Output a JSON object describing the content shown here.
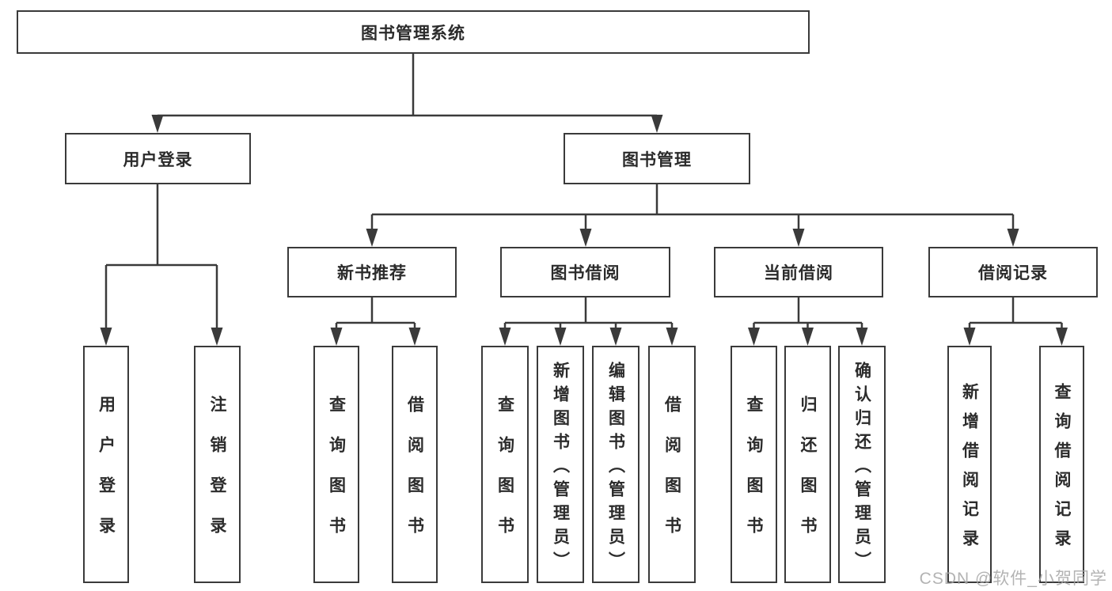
{
  "nodes": {
    "root": {
      "label": "图书管理系统"
    },
    "user_login": {
      "label": "用户登录"
    },
    "book_management": {
      "label": "图书管理"
    },
    "new_book_recommend": {
      "label": "新书推荐"
    },
    "book_borrowing": {
      "label": "图书借阅"
    },
    "current_borrowing": {
      "label": "当前借阅"
    },
    "borrowing_records": {
      "label": "借阅记录"
    },
    "leaf_user_login": {
      "label": "用户登录"
    },
    "leaf_logout": {
      "label": "注销登录"
    },
    "query_book_a": {
      "label": "查询图书"
    },
    "borrow_book_a": {
      "label": "借阅图书"
    },
    "query_book_b": {
      "label": "查询图书"
    },
    "add_book_admin": {
      "label": "新增图书（管理员）"
    },
    "edit_book_admin": {
      "label": "编辑图书（管理员）"
    },
    "borrow_book_b": {
      "label": "借阅图书"
    },
    "query_book_c": {
      "label": "查询图书"
    },
    "return_book": {
      "label": "归还图书"
    },
    "confirm_return_admin": {
      "label": "确认归还（管理员）"
    },
    "add_borrow_record": {
      "label": "新增借阅记录"
    },
    "query_borrow_record": {
      "label": "查询借阅记录"
    }
  },
  "hierarchy": {
    "图书管理系统": {
      "用户登录": [
        "用户登录",
        "注销登录"
      ],
      "图书管理": {
        "新书推荐": [
          "查询图书",
          "借阅图书"
        ],
        "图书借阅": [
          "查询图书",
          "新增图书（管理员）",
          "编辑图书（管理员）",
          "借阅图书"
        ],
        "当前借阅": [
          "查询图书",
          "归还图书",
          "确认归还（管理员）"
        ],
        "借阅记录": [
          "新增借阅记录",
          "查询借阅记录"
        ]
      }
    }
  },
  "watermark": {
    "text": "CSDN @软件_小贺同学"
  },
  "colors": {
    "background": "#ffffff",
    "line": "#3a3a3a",
    "box_border": "#3a3a3a",
    "text": "#2b2b2b",
    "watermark": "#a6a6a6"
  }
}
